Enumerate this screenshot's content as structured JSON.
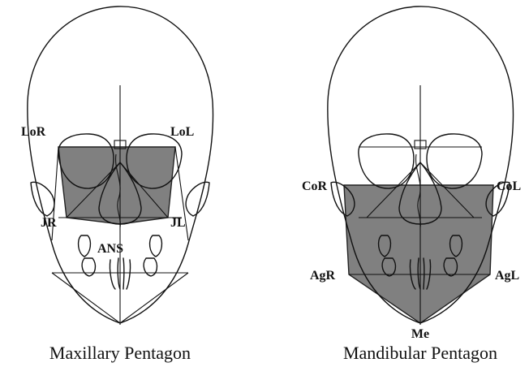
{
  "left_panel": {
    "caption": "Maxillary Pentagon",
    "labels": {
      "lor": "LoR",
      "lol": "LoL",
      "jr": "JR",
      "jl": "JL",
      "ans": "ANS"
    }
  },
  "right_panel": {
    "caption": "Mandibular Pentagon",
    "labels": {
      "cor": "CoR",
      "col": "CoL",
      "agr": "AgR",
      "agl": "AgL",
      "me": "Me"
    }
  },
  "colors": {
    "pentagon_fill": "#808080",
    "line": "#111111",
    "background": "#ffffff"
  }
}
